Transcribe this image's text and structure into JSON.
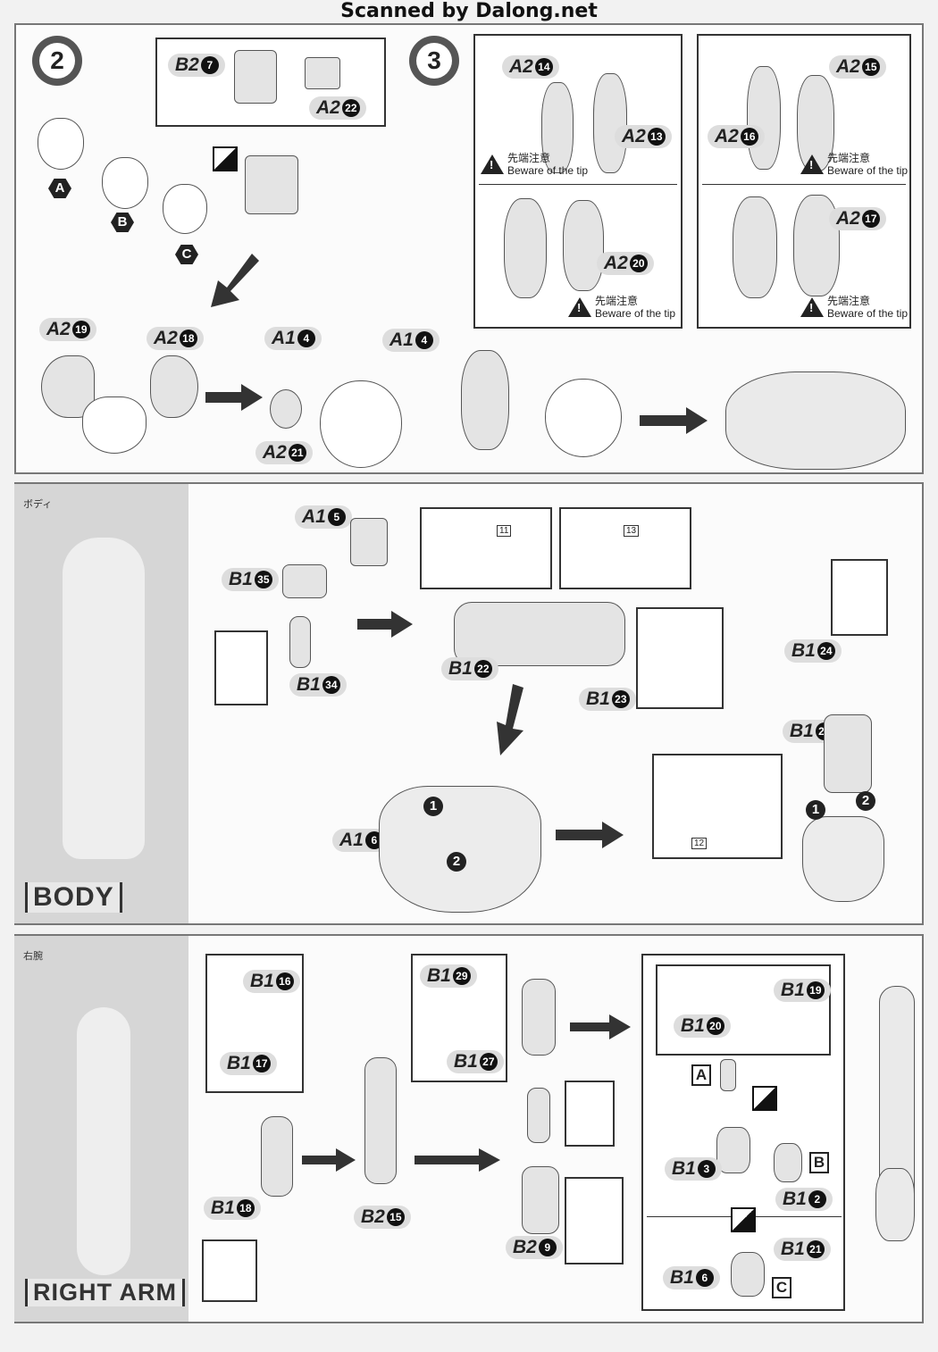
{
  "watermark": "Scanned by Dalong.net",
  "step2": {
    "number": "2",
    "parts": {
      "b2_7": {
        "code": "B2",
        "num": "7"
      },
      "a2_22": {
        "code": "A2",
        "num": "22"
      },
      "a2_19": {
        "code": "A2",
        "num": "19"
      },
      "a2_18": {
        "code": "A2",
        "num": "18"
      },
      "a1_4a": {
        "code": "A1",
        "num": "4"
      },
      "a1_4b": {
        "code": "A1",
        "num": "4"
      },
      "a2_21": {
        "code": "A2",
        "num": "21"
      }
    },
    "faces": [
      "A",
      "B",
      "C"
    ]
  },
  "step3": {
    "number": "3",
    "parts": {
      "a2_14": {
        "code": "A2",
        "num": "14"
      },
      "a2_13": {
        "code": "A2",
        "num": "13"
      },
      "a2_20": {
        "code": "A2",
        "num": "20"
      },
      "a2_15": {
        "code": "A2",
        "num": "15"
      },
      "a2_16": {
        "code": "A2",
        "num": "16"
      },
      "a2_17": {
        "code": "A2",
        "num": "17"
      }
    },
    "warning_jp": "先端注意",
    "warning_en": "Beware of the tip"
  },
  "body": {
    "side_jp": "ボディ",
    "title": "BODY",
    "parts": {
      "a1_5": {
        "code": "A1",
        "num": "5"
      },
      "b1_35": {
        "code": "B1",
        "num": "35"
      },
      "b1_34": {
        "code": "B1",
        "num": "34"
      },
      "b1_22": {
        "code": "B1",
        "num": "22"
      },
      "b1_23": {
        "code": "B1",
        "num": "23"
      },
      "b1_24": {
        "code": "B1",
        "num": "24"
      },
      "b1_25": {
        "code": "B1",
        "num": "25"
      },
      "a1_6": {
        "code": "A1",
        "num": "6"
      }
    },
    "stickers": [
      "11",
      "13",
      "12"
    ],
    "order": [
      "1",
      "2"
    ]
  },
  "right_arm": {
    "side_jp": "右腕",
    "title": "RIGHT ARM",
    "parts": {
      "b1_16": {
        "code": "B1",
        "num": "16"
      },
      "b1_17": {
        "code": "B1",
        "num": "17"
      },
      "b1_18": {
        "code": "B1",
        "num": "18"
      },
      "b2_15": {
        "code": "B2",
        "num": "15"
      },
      "b1_29": {
        "code": "B1",
        "num": "29"
      },
      "b1_27": {
        "code": "B1",
        "num": "27"
      },
      "b2_9": {
        "code": "B2",
        "num": "9"
      },
      "b1_19": {
        "code": "B1",
        "num": "19"
      },
      "b1_20": {
        "code": "B1",
        "num": "20"
      },
      "b1_3": {
        "code": "B1",
        "num": "3"
      },
      "b1_2": {
        "code": "B1",
        "num": "2"
      },
      "b1_21": {
        "code": "B1",
        "num": "21"
      },
      "b1_6": {
        "code": "B1",
        "num": "6"
      }
    },
    "options": [
      "A",
      "B",
      "C"
    ]
  }
}
